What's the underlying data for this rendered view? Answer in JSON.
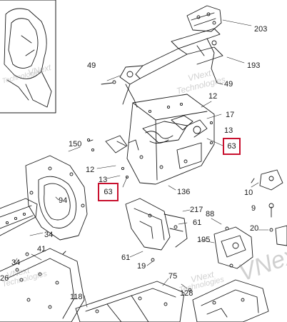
{
  "callouts": {
    "c203": "203",
    "c193": "193",
    "c49a": "49",
    "c49b": "49",
    "c12a": "12",
    "c17": "17",
    "c13a": "13",
    "c150": "150",
    "c12b": "12",
    "c13b": "13",
    "c136": "136",
    "c94": "94",
    "c10": "10",
    "c9": "9",
    "c217": "217",
    "c88": "88",
    "c61a": "61",
    "c20": "20",
    "c34a": "34",
    "c195": "195",
    "c41": "41",
    "c34b": "34",
    "c61b": "61",
    "c19": "19",
    "c75": "75",
    "c118": "118",
    "c128": "128",
    "c26": "26"
  },
  "highlighted": {
    "h1": "63",
    "h2": "63"
  },
  "colors": {
    "line": "#1a1a1a",
    "highlight": "#c8102e",
    "watermark": "#969696"
  },
  "watermark": {
    "line1": "VNext",
    "line2": "Technologies"
  }
}
